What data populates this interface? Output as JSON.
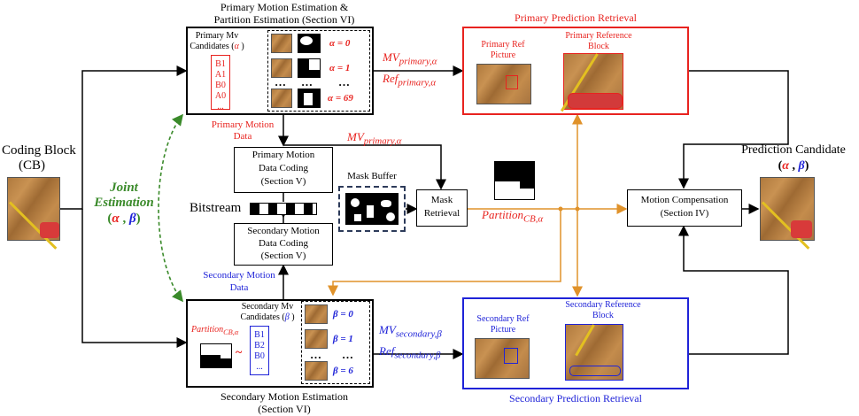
{
  "colors": {
    "red": "#e8231f",
    "blue": "#1f23d8",
    "green": "#3a8a2a",
    "orange": "#e0922a",
    "wood": "#b98548"
  },
  "left": {
    "title": "Coding Block",
    "sub": "(CB)"
  },
  "joint": {
    "line1": "Joint",
    "line2": "Estimation",
    "alpha": "α",
    "comma": " , ",
    "beta": "β",
    "open": "(",
    "close": ")"
  },
  "primary_est": {
    "header1": "Primary Motion Estimation &",
    "header2": "Partition Estimation (Section VI)",
    "cand_title1": "Primary Mv",
    "cand_title2": "Candidates (",
    "cand_alpha": "α",
    "cand_close": " )",
    "candidates": [
      "B1",
      "A1",
      "B0",
      "A0",
      "..."
    ],
    "alpha_labels": [
      "α = 0",
      "α = 1",
      "α = 69"
    ],
    "dots": "…"
  },
  "secondary_est": {
    "footer1": "Secondary Motion Estimation",
    "footer2": "(Section VI)",
    "cand_title1": "Secondary Mv",
    "cand_title2": "Candidates (",
    "cand_beta": "β",
    "cand_close": " )",
    "partition_label": "Partition",
    "partition_sub": "CB,α",
    "tilde": "~",
    "candidates": [
      "B1",
      "B2",
      "B0",
      "..."
    ],
    "beta_labels": [
      "β = 0",
      "β = 1",
      "β = 6"
    ],
    "dots": "…"
  },
  "coding": {
    "primary": [
      "Primary Motion",
      "Data Coding",
      "(Section V)"
    ],
    "secondary": [
      "Secondary Motion",
      "Data Coding",
      "(Section V)"
    ],
    "bitstream": "Bitstream",
    "primary_data": [
      "Primary Motion",
      "Data"
    ],
    "secondary_data": [
      "Secondary Motion",
      "Data"
    ]
  },
  "mask": {
    "buffer": "Mask Buffer",
    "retrieval": [
      "Mask",
      "Retrieval"
    ],
    "partition": "Partition",
    "partition_sub": "CB,α"
  },
  "signals": {
    "mv_primary": "MV",
    "mv_primary_sub": "primary,α",
    "ref_primary": "Ref",
    "ref_primary_sub": "primary,α",
    "mv_primary2": "MV",
    "mv_primary2_sub": "primary,α",
    "mv_secondary": "MV",
    "mv_secondary_sub": "secondary,β",
    "ref_secondary": "Ref",
    "ref_secondary_sub": "secondary,β"
  },
  "primary_retrieval": {
    "title": "Primary Prediction Retrieval",
    "ref_pic": [
      "Primary Ref",
      "Picture"
    ],
    "ref_block": [
      "Primary Reference",
      "Block"
    ]
  },
  "secondary_retrieval": {
    "title": "Secondary Prediction Retrieval",
    "ref_pic": [
      "Secondary Ref",
      "Picture"
    ],
    "ref_block": [
      "Secondary Reference",
      "Block"
    ]
  },
  "mc": {
    "line1": "Motion Compensation",
    "line2": "(Section IV)"
  },
  "right": {
    "title": "Prediction Candidate",
    "open": "(",
    "alpha": "α",
    "comma": " , ",
    "beta": "β",
    "close": ")"
  }
}
